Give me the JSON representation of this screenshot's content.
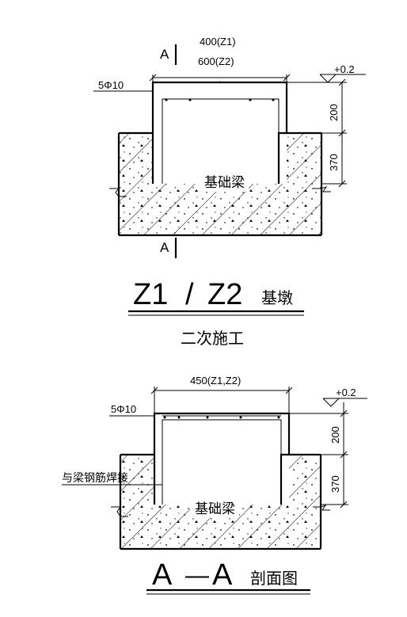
{
  "top_section": {
    "section_mark_top": "A",
    "section_mark_bottom": "A",
    "width_z1": "400(Z1)",
    "width_z2": "600(Z2)",
    "rebar": "5Φ10",
    "elevation": "+0.2",
    "dim_pier_height": "200",
    "dim_beam_height": "370",
    "beam_label": "基础梁",
    "title_left": "Z1",
    "title_slash": "/",
    "title_right": "Z2",
    "title_suffix": "基墩",
    "note": "二次施工"
  },
  "bottom_section": {
    "width": "450(Z1,Z2)",
    "rebar": "5Φ10",
    "elevation": "+0.2",
    "dim_pier_height": "200",
    "dim_beam_height": "370",
    "weld_note": "与梁钢筋焊接",
    "beam_label": "基础梁",
    "title_left": "A",
    "title_dash": "—",
    "title_right": "A",
    "title_suffix": "剖面图"
  },
  "colors": {
    "line": "#000000",
    "background": "#ffffff"
  }
}
